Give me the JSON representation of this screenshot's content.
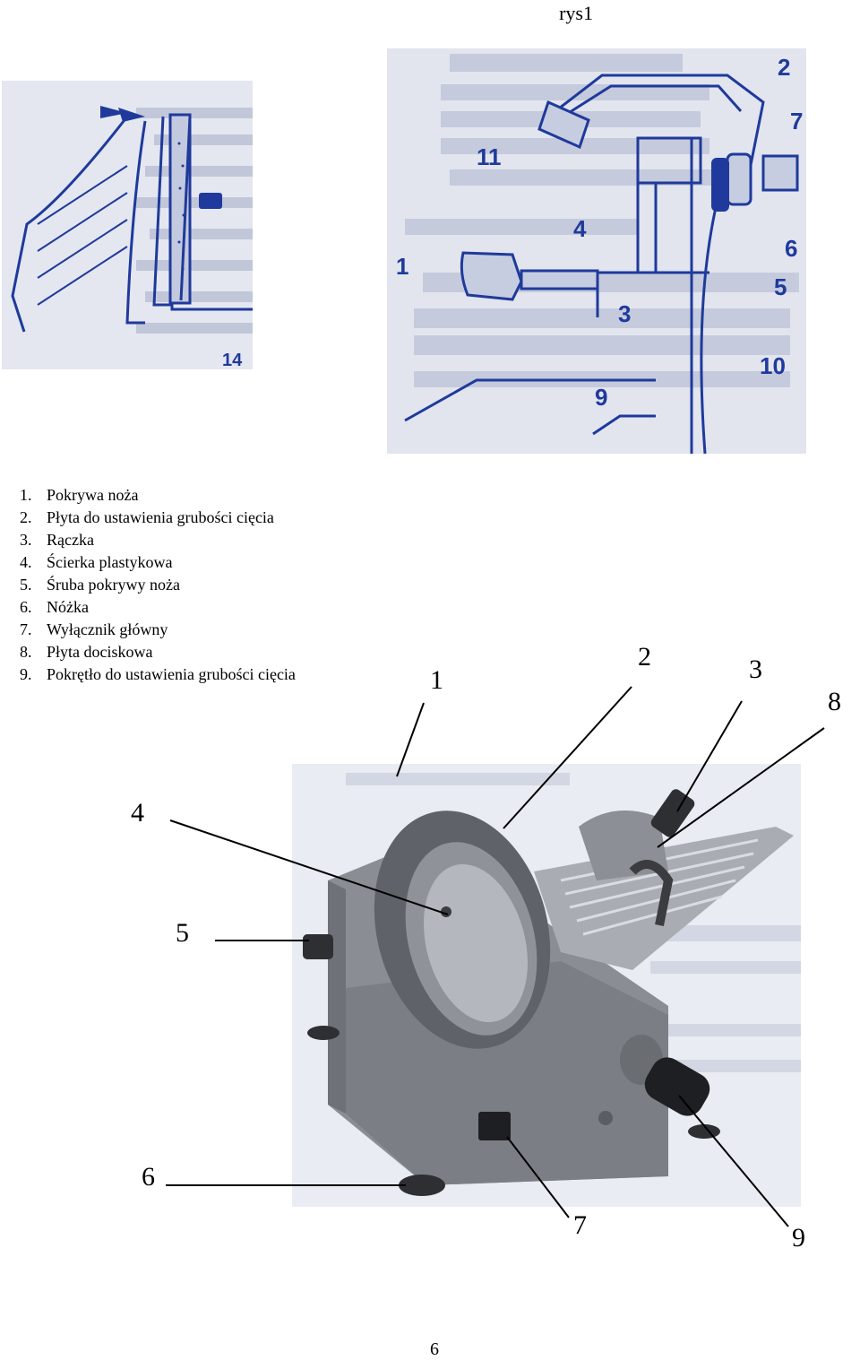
{
  "header": {
    "label": "rys1"
  },
  "figure_left": {
    "label": "14"
  },
  "figure_right": {
    "labels": [
      "2",
      "7",
      "11",
      "4",
      "6",
      "1",
      "5",
      "3",
      "10",
      "9"
    ]
  },
  "parts": [
    {
      "num": "1.",
      "label": "Pokrywa noża"
    },
    {
      "num": "2.",
      "label": "Płyta do ustawienia grubości cięcia"
    },
    {
      "num": "3.",
      "label": "Rączka"
    },
    {
      "num": "4.",
      "label": "Ścierka plastykowa"
    },
    {
      "num": "5.",
      "label": "Śruba pokrywy noża"
    },
    {
      "num": "6.",
      "label": "Nóżka"
    },
    {
      "num": "7.",
      "label": "Wyłącznik główny"
    },
    {
      "num": "8.",
      "label": "Płyta dociskowa"
    },
    {
      "num": "9.",
      "label": "Pokrętło do ustawienia grubości cięcia"
    }
  ],
  "callouts": [
    "1",
    "2",
    "3",
    "8",
    "4",
    "5",
    "6",
    "7",
    "9"
  ],
  "footer": {
    "page_number": "6"
  },
  "colors": {
    "diagram_blue": "#1f3a9c",
    "diagram_bg": "#dfe3ee",
    "metal": "#8a8e94",
    "dark": "#2e2f33"
  }
}
